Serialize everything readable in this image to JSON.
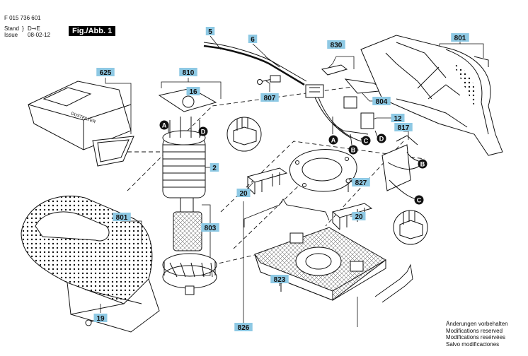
{
  "header": {
    "doc_number": "F 015 736 601",
    "stand_label": "Stand",
    "issue_label": "Issue",
    "stand_value": "D⊸E",
    "issue_value": "08-02-12",
    "figure_label": "Fig./Abb. 1"
  },
  "callouts": [
    {
      "id": "c625",
      "label": "625"
    },
    {
      "id": "c810",
      "label": "810"
    },
    {
      "id": "c16",
      "label": "16"
    },
    {
      "id": "c5",
      "label": "5"
    },
    {
      "id": "c6",
      "label": "6"
    },
    {
      "id": "c830",
      "label": "830"
    },
    {
      "id": "c801a",
      "label": "801"
    },
    {
      "id": "c807",
      "label": "807"
    },
    {
      "id": "c804",
      "label": "804"
    },
    {
      "id": "c12",
      "label": "12"
    },
    {
      "id": "c817",
      "label": "817"
    },
    {
      "id": "c2",
      "label": "2"
    },
    {
      "id": "c20a",
      "label": "20"
    },
    {
      "id": "c827",
      "label": "827"
    },
    {
      "id": "c801b",
      "label": "801"
    },
    {
      "id": "c803",
      "label": "803"
    },
    {
      "id": "c20b",
      "label": "20"
    },
    {
      "id": "c823",
      "label": "823"
    },
    {
      "id": "c826",
      "label": "826"
    },
    {
      "id": "c19",
      "label": "19"
    }
  ],
  "markers": [
    {
      "id": "mA1",
      "label": "A"
    },
    {
      "id": "mD1",
      "label": "D"
    },
    {
      "id": "mA2",
      "label": "A"
    },
    {
      "id": "mB1",
      "label": "B"
    },
    {
      "id": "mC1",
      "label": "C"
    },
    {
      "id": "mD2",
      "label": "D"
    },
    {
      "id": "mB2",
      "label": "B"
    },
    {
      "id": "mC2",
      "label": "C"
    }
  ],
  "dust_filter_text": "DUSTFILTER",
  "footer": {
    "lines": [
      "Änderungen vorbehalten",
      "Modifications reserved",
      "Modifications resérvées",
      "Salvo modificaciones"
    ]
  },
  "colors": {
    "callout_fill": "#8ec9e4",
    "ink": "#111111"
  }
}
